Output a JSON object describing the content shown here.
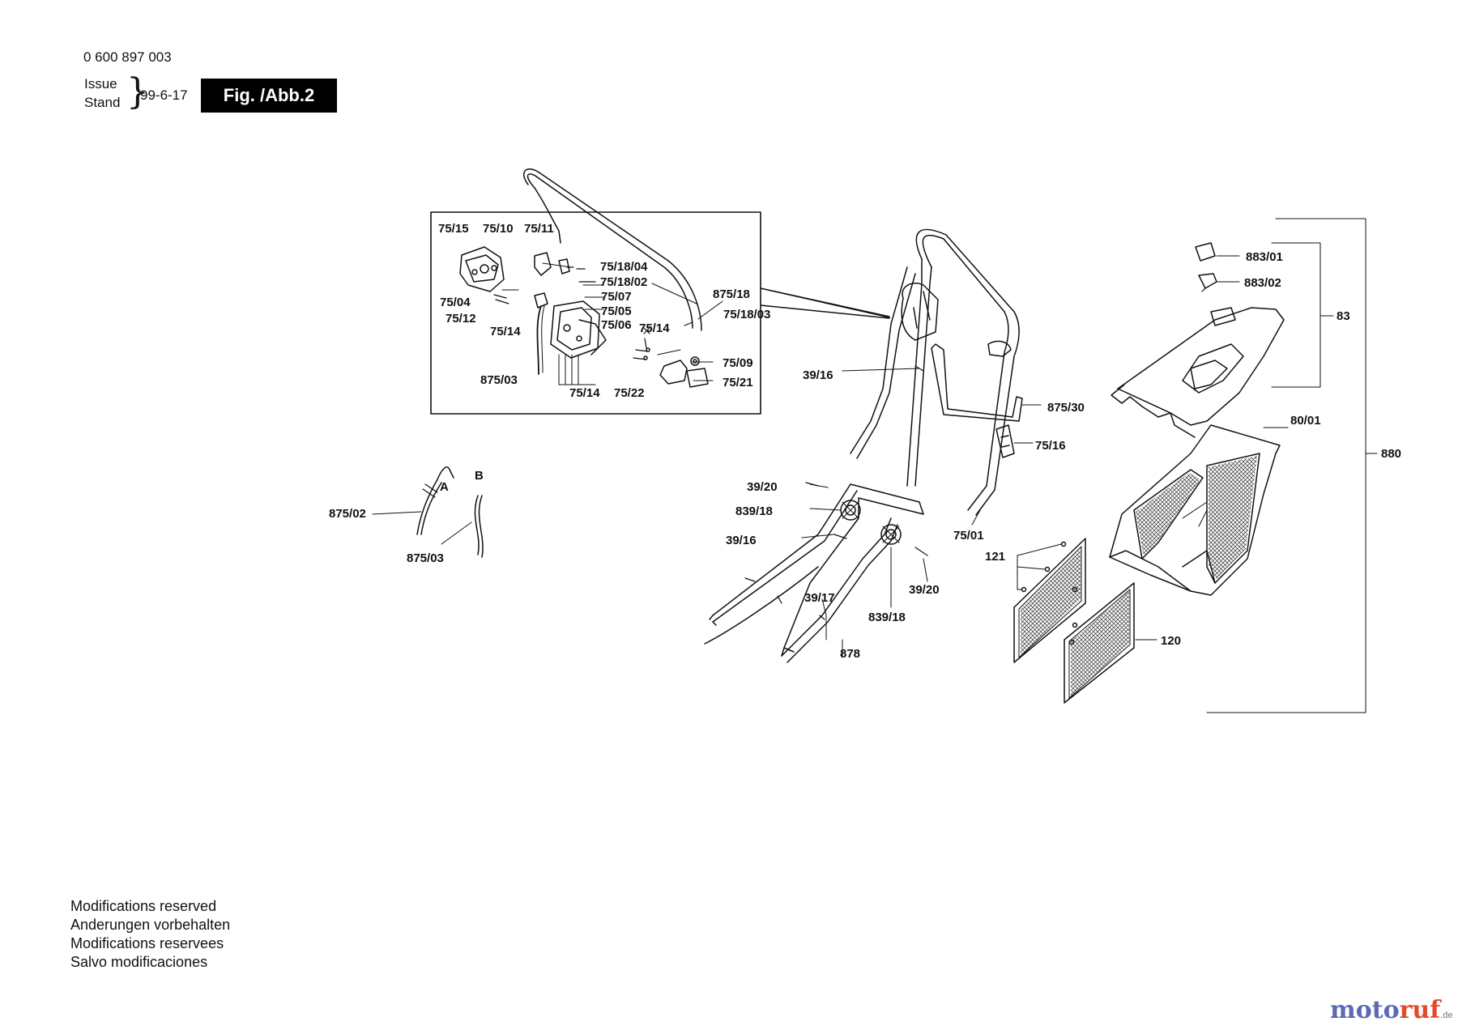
{
  "header": {
    "doc_number": "0 600 897 003",
    "issue_label": "Issue",
    "stand_label": "Stand",
    "issue_date": "99-6-17",
    "figure_label": "Fig. /Abb.2"
  },
  "callouts": {
    "c75_15": "75/15",
    "c75_10": "75/10",
    "c75_11": "75/11",
    "c75_18_04": "75/18/04",
    "c75_18_02": "75/18/02",
    "c75_07": "75/07",
    "c75_05": "75/05",
    "c75_06": "75/06",
    "c75_04": "75/04",
    "c75_12": "75/12",
    "c75_14_a": "75/14",
    "c75_14_b": "75/14",
    "c75_14_c": "75/14",
    "c875_18": "875/18",
    "c75_18_03": "75/18/03",
    "c75_09": "75/09",
    "c75_21": "75/21",
    "c75_22": "75/22",
    "c875_03_a": "875/03",
    "c875_02": "875/02",
    "c875_03_b": "875/03",
    "cA": "A",
    "cB": "B",
    "c39_16_a": "39/16",
    "c875_30": "875/30",
    "c75_16": "75/16",
    "c39_20_a": "39/20",
    "c839_18_a": "839/18",
    "c39_16_b": "39/16",
    "c75_01": "75/01",
    "c39_17": "39/17",
    "c839_18_b": "839/18",
    "c39_20_b": "39/20",
    "c878": "878",
    "c121": "121",
    "c120": "120",
    "c883_01": "883/01",
    "c883_02": "883/02",
    "c83": "83",
    "c80_01": "80/01",
    "c880": "880"
  },
  "footer": {
    "line1": "Modifications reserved",
    "line2": "Anderungen vorbehalten",
    "line3": "Modifications reservees",
    "line4": "Salvo modificaciones"
  },
  "brand": {
    "part1": "moto",
    "part2": "ruf",
    "suffix": ".de"
  },
  "colors": {
    "ink": "#111111",
    "figure_badge_bg": "#000000",
    "brand_blue": "#5a6ab3",
    "brand_orange": "#e24a2b"
  }
}
